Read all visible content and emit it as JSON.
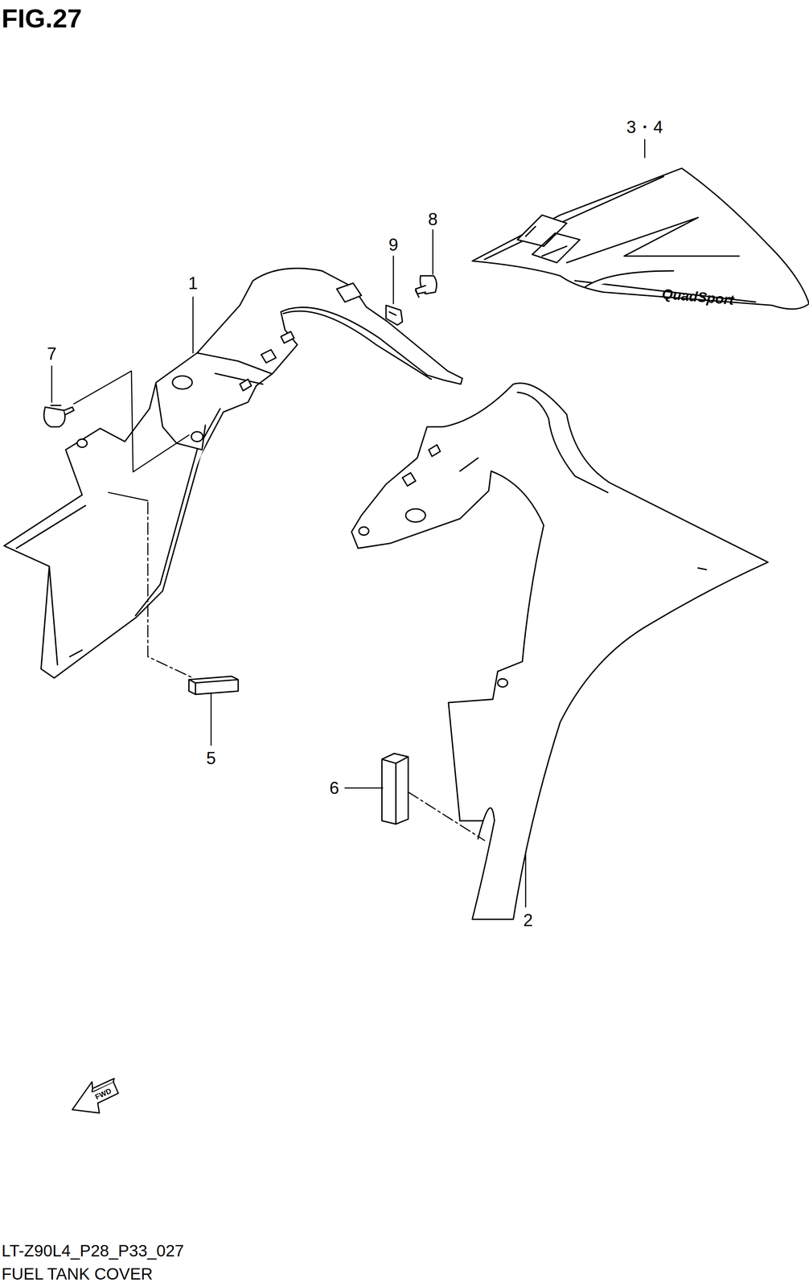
{
  "diagram": {
    "title": "FIG.27",
    "caption": "FUEL TANK COVER",
    "labels": [
      "3・4",
      "8",
      "9",
      "1",
      "7",
      "5",
      "6",
      "2",
      "QuadSport",
      "FWD",
      "LT-Z90L4_P28_P33_027"
    ]
  }
}
